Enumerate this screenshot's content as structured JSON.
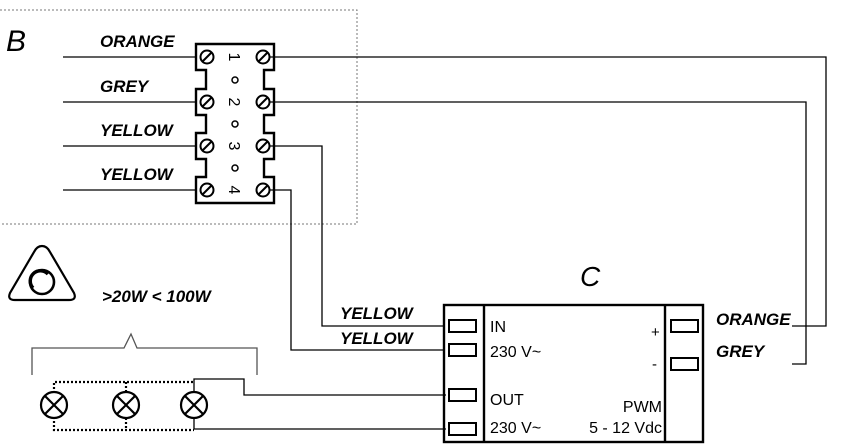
{
  "section_b": {
    "title": "B",
    "wires": [
      {
        "label": "ORANGE",
        "terminal": "1"
      },
      {
        "label": "GREY",
        "terminal": "2"
      },
      {
        "label": "YELLOW",
        "terminal": "3"
      },
      {
        "label": "YELLOW",
        "terminal": "4"
      }
    ]
  },
  "section_c": {
    "title": "C",
    "in_label": "IN",
    "in_voltage": "230 V~",
    "out_label": "OUT",
    "out_voltage": "230 V~",
    "plus": "+",
    "minus": "-",
    "pwm_label": "PWM",
    "pwm_range": "5 - 12 Vdc",
    "left_wires": [
      "YELLOW",
      "YELLOW"
    ],
    "right_wires": [
      "ORANGE",
      "GREY"
    ]
  },
  "load": {
    "power_range": ">20W  < 100W"
  },
  "icons": [
    "dimmer-knob-icon",
    "lamp-icon"
  ]
}
